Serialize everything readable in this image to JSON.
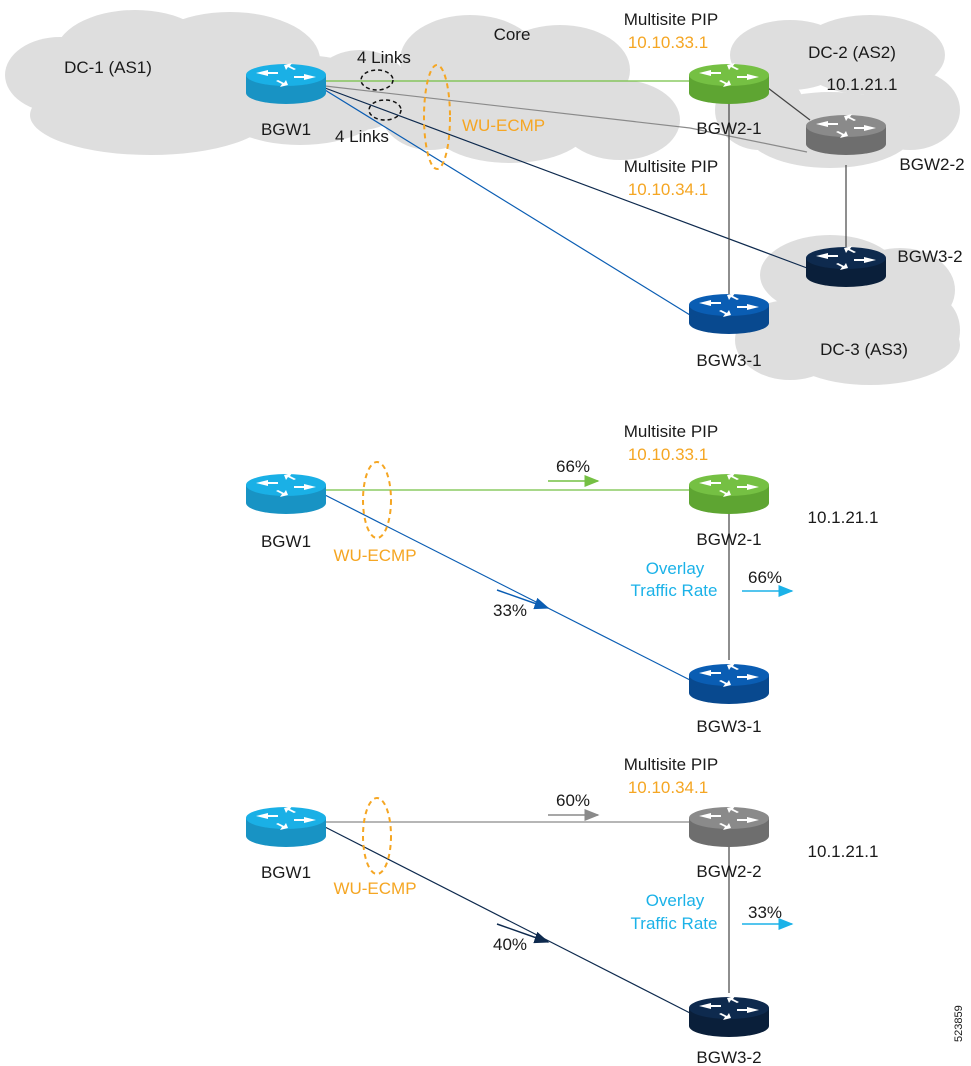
{
  "colors": {
    "cloud": "#dedede",
    "bgw1": "#1ab0e6",
    "green": "#75c043",
    "gray": "#8a8a8a",
    "blue": "#0a5db3",
    "navy": "#0e2a4e",
    "orange": "#f5a623",
    "cyan": "#1bb2e8"
  },
  "top": {
    "clouds": {
      "dc1": "DC-1 (AS1)",
      "core": "Core",
      "dc2": "DC-2 (AS2)",
      "dc3": "DC-3 (AS3)"
    },
    "links_upper": "4 Links",
    "links_lower": "4 Links",
    "wuecmp": "WU-ECMP",
    "bgw1": "BGW1",
    "bgw2_1": "BGW2-1",
    "bgw2_2": "BGW2-2",
    "bgw3_1": "BGW3-1",
    "bgw3_2": "BGW3-2",
    "pip1_title": "Multisite PIP",
    "pip1_ip": "10.10.33.1",
    "pip2_title": "Multisite PIP",
    "pip2_ip": "10.10.34.1",
    "dc2_ip": "10.1.21.1"
  },
  "mid": {
    "pip_title": "Multisite PIP",
    "pip_ip": "10.10.33.1",
    "bgw1": "BGW1",
    "wuecmp": "WU-ECMP",
    "green_pct": "66%",
    "blue_pct": "33%",
    "bgw2": "BGW2-1",
    "bgw3": "BGW3-1",
    "ip": "10.1.21.1",
    "overlay_1": "Overlay",
    "overlay_2": "Traffic Rate",
    "overlay_pct": "66%"
  },
  "bot": {
    "pip_title": "Multisite PIP",
    "pip_ip": "10.10.34.1",
    "bgw1": "BGW1",
    "wuecmp": "WU-ECMP",
    "gray_pct": "60%",
    "navy_pct": "40%",
    "bgw2": "BGW2-2",
    "bgw3": "BGW3-2",
    "ip": "10.1.21.1",
    "overlay_1": "Overlay",
    "overlay_2": "Traffic Rate",
    "overlay_pct": "33%"
  },
  "figure_id": "523859"
}
